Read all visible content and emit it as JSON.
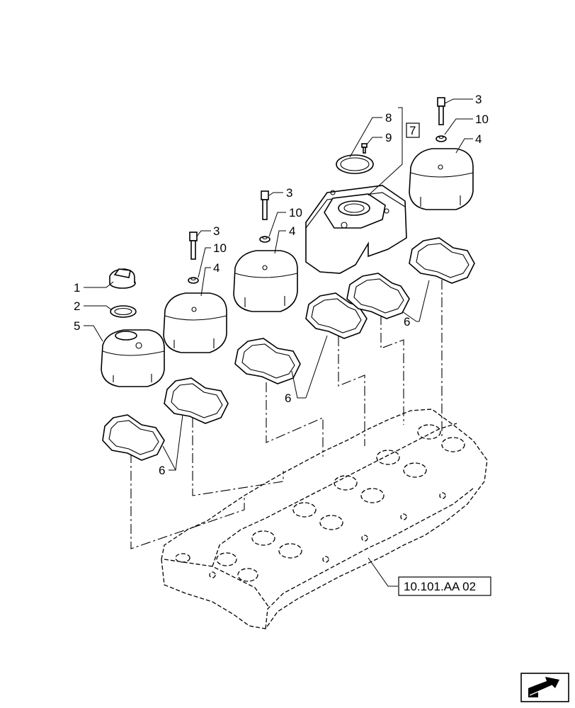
{
  "diagram": {
    "callouts": {
      "c1": "1",
      "c2": "2",
      "c3a": "3",
      "c3b": "3",
      "c3c": "3",
      "c4a": "4",
      "c4b": "4",
      "c4c": "4",
      "c5": "5",
      "c6a": "6",
      "c6b": "6",
      "c6c": "6",
      "c7": "7",
      "c8": "8",
      "c9": "9",
      "c10a": "10",
      "c10b": "10",
      "c10c": "10"
    },
    "reference_label": "10.101.AA 02",
    "nav_icon": "next-page-arrow-icon"
  }
}
